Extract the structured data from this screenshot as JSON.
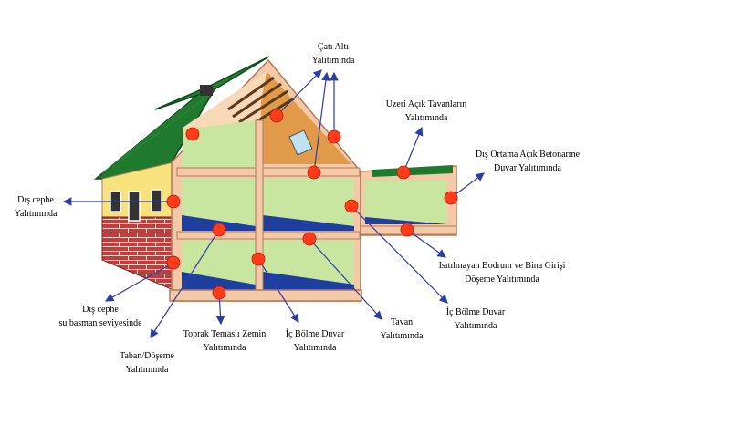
{
  "colors": {
    "roof": "#1f7a2e",
    "roof_edge": "#0d4a18",
    "wall_frame": "#f3c9a8",
    "frame_edge": "#b07a5a",
    "room_wall": "#c9e6a1",
    "floor": "#1f3f9e",
    "attic": "#e09a4a",
    "brick": "#c63b3b",
    "facade": "#f7e27d",
    "marker": "#ff3b1a",
    "arrow": "#2c3da6"
  },
  "icons": [
    "arrow-icon",
    "insulation-point-icon"
  ],
  "labels": {
    "cati_alti": [
      "Çatı Altı",
      "Yalıtımında"
    ],
    "uzeri_acik": [
      "Uzeri Açık Tavanların",
      "Yalıtımında"
    ],
    "dis_ortama": [
      "Dış Ortama Açık Betonarme",
      "Duvar Yalıtımında"
    ],
    "dis_cephe": [
      "Dış cephe",
      "Yalıtımında"
    ],
    "isitilmayan": [
      "Isıtılmayan Bodrum ve Bina Girişi",
      "Döşeme Yalıtımında"
    ],
    "ic_bolme_right": [
      "İç Bölme Duvar",
      "Yalıtımında"
    ],
    "dis_cephe_basman": [
      "Dış cephe",
      "su basman seviyesinde"
    ],
    "tavan": [
      "Tavan",
      "Yalıtımında"
    ],
    "ic_bolme_bottom": [
      "İç Bölme Duvar",
      "Yalıtımında"
    ],
    "toprak": [
      "Toprak Temaslı Zemin",
      "Yalıtımında"
    ],
    "taban": [
      "Taban/Döşeme",
      "Yalıtımında"
    ]
  }
}
